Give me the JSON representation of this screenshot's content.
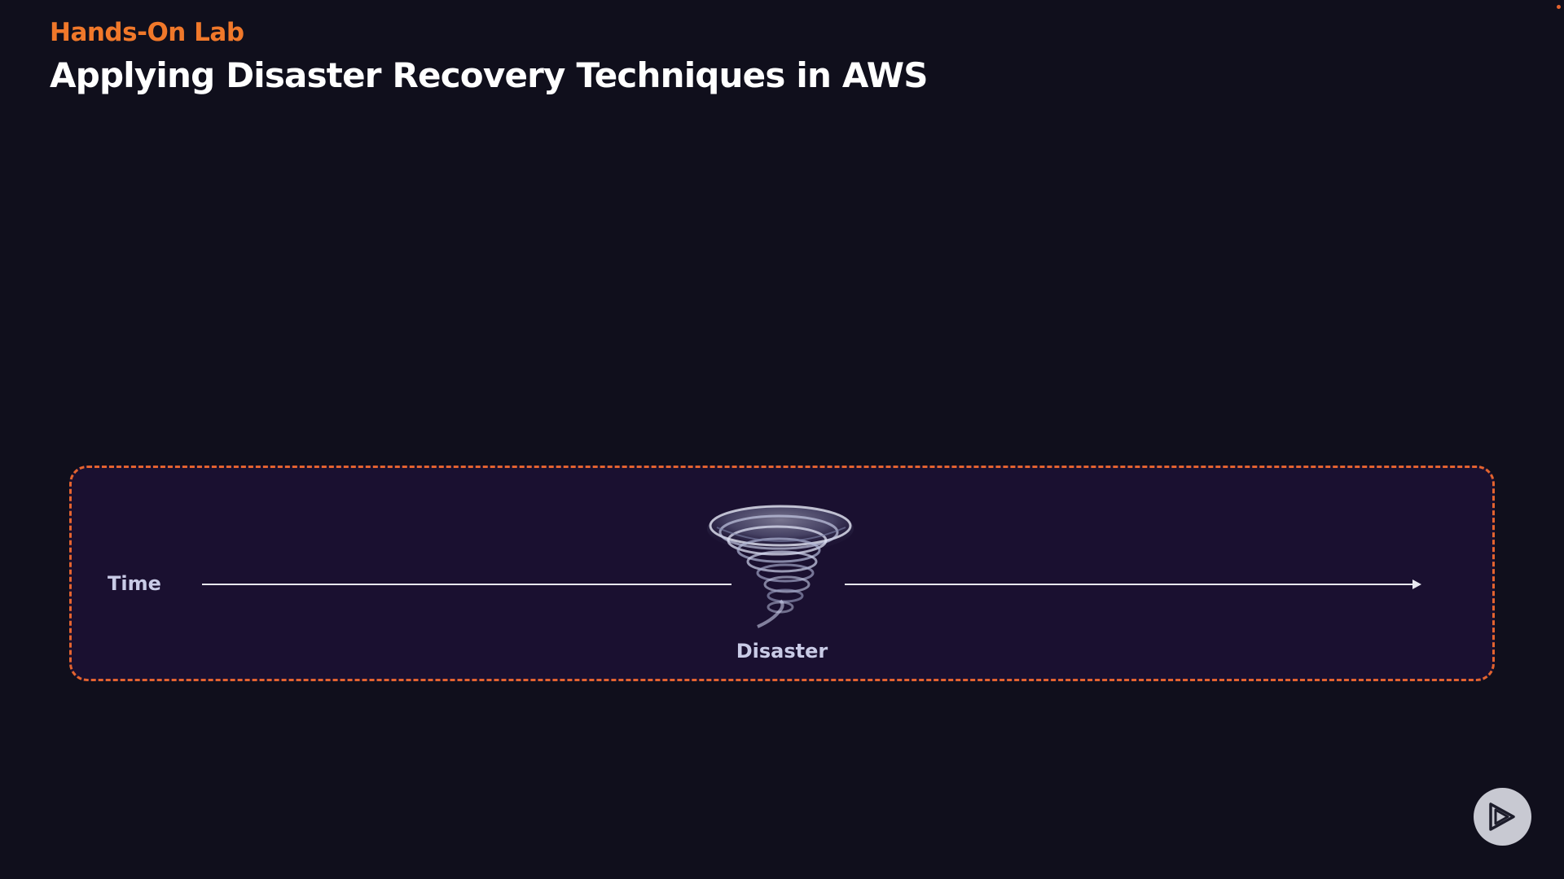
{
  "header": {
    "kicker": "Hands-On Lab",
    "title": "Applying Disaster Recovery Techniques in AWS"
  },
  "timeline": {
    "axis_label": "Time",
    "event_label": "Disaster",
    "event_icon": "tornado-icon"
  },
  "controls": {
    "play_icon": "play-icon"
  },
  "colors": {
    "background": "#100f1c",
    "accent": "#f0782a",
    "box_border": "#e3632f",
    "box_fill": "#1a1030",
    "label": "#c9cbe6"
  }
}
